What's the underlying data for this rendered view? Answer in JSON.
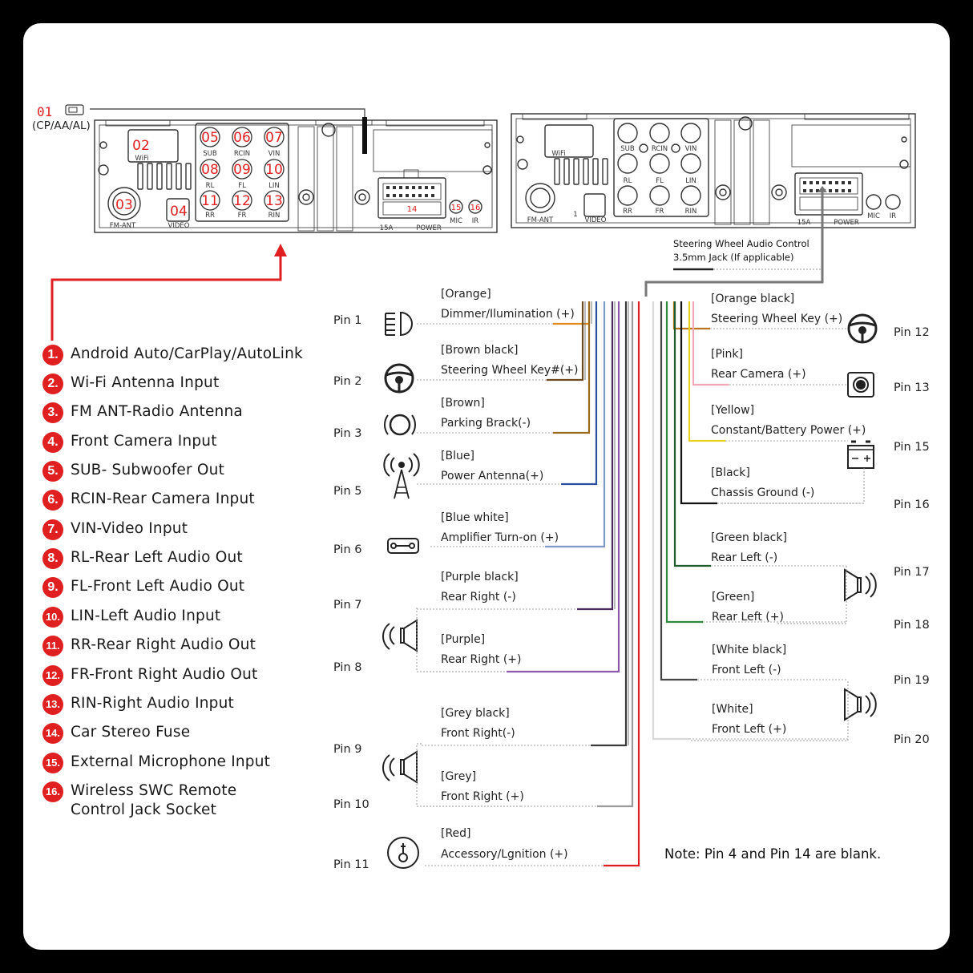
{
  "header_callout": {
    "number": "01",
    "subtitle": "(CP/AA/AL)"
  },
  "unit_left": {
    "ports": {
      "p02": "02",
      "p03": "03",
      "p04": "04",
      "p05": "05",
      "p06": "06",
      "p07": "07",
      "p08": "08",
      "p09": "09",
      "p10": "10",
      "p11": "11",
      "p12": "12",
      "p13": "13",
      "p14": "14",
      "p15": "15",
      "p16": "16"
    },
    "labels": {
      "wifi": "WiFi",
      "fm_ant": "FM-ANT",
      "video": "VIDEO",
      "sub": "SUB",
      "rcin": "RCIN",
      "vin": "VIN",
      "rl": "RL",
      "fl": "FL",
      "lin": "LIN",
      "rr": "RR",
      "fr": "FR",
      "rin": "RIN",
      "fuse": "15A",
      "power": "POWER",
      "mic": "MIC",
      "ir": "IR"
    }
  },
  "unit_right": {
    "labels": {
      "wifi": "WiFi",
      "fm_ant": "FM-ANT",
      "video": "VIDEO",
      "one": "1",
      "sub": "SUB",
      "rcin": "RCIN",
      "vin": "VIN",
      "rl": "RL",
      "fl": "FL",
      "lin": "LIN",
      "rr": "RR",
      "fr": "FR",
      "rin": "RIN",
      "fuse": "15A",
      "power": "POWER",
      "mic": "MIC",
      "ir": "IR"
    }
  },
  "swc_note": {
    "line1": "Steering Wheel Audio Control",
    "line2": "3.5mm Jack (If applicable)"
  },
  "legend": [
    {
      "num": "1.",
      "text": "Android Auto/CarPlay/AutoLink"
    },
    {
      "num": "2.",
      "text": "Wi-Fi Antenna Input"
    },
    {
      "num": "3.",
      "text": "FM ANT-Radio Antenna"
    },
    {
      "num": "4.",
      "text": "Front Camera Input"
    },
    {
      "num": "5.",
      "text": "SUB- Subwoofer Out"
    },
    {
      "num": "6.",
      "text": "RCIN-Rear Camera Input"
    },
    {
      "num": "7.",
      "text": "VIN-Video Input"
    },
    {
      "num": "8.",
      "text": "RL-Rear Left Audio Out"
    },
    {
      "num": "9.",
      "text": "FL-Front Left Audio Out"
    },
    {
      "num": "10.",
      "text": "LIN-Left Audio Input"
    },
    {
      "num": "11.",
      "text": "RR-Rear Right Audio Out"
    },
    {
      "num": "12.",
      "text": "FR-Front Right Audio Out"
    },
    {
      "num": "13.",
      "text": "RIN-Right Audio Input"
    },
    {
      "num": "14.",
      "text": "Car Stereo Fuse"
    },
    {
      "num": "15.",
      "text": "External Microphone Input"
    },
    {
      "num": "16.",
      "text": "Wireless SWC Remote Control Jack Socket"
    }
  ],
  "left_pins": [
    {
      "pin": "Pin 1",
      "color_name": "[Orange]",
      "function": "Dimmer/Ilumination (+)",
      "wire_color": "#e08a1a",
      "icon": "light-icon"
    },
    {
      "pin": "Pin 2",
      "color_name": "[Brown black]",
      "function": "Steering Wheel Key#(+)",
      "wire_color": "#6b4a1f",
      "icon": "steering-wheel-icon"
    },
    {
      "pin": "Pin 3",
      "color_name": "[Brown]",
      "function": "Parking Brack(-)",
      "wire_color": "#9a6a1c",
      "icon": "parking-brake-icon"
    },
    {
      "pin": "Pin 5",
      "color_name": "[Blue]",
      "function": "Power Antenna(+)",
      "wire_color": "#2a4fa0",
      "icon": "antenna-icon"
    },
    {
      "pin": "Pin 6",
      "color_name": "[Blue white]",
      "function": "Amplifier Turn-on (+)",
      "wire_color": "#7f9ac8",
      "icon": "amplifier-icon"
    },
    {
      "pin": "Pin 7",
      "color_name": "[Purple black]",
      "function": "Rear Right (-)",
      "wire_color": "#4b2a5e",
      "icon": "speaker-icon"
    },
    {
      "pin": "Pin 8",
      "color_name": "[Purple]",
      "function": "Rear Right (+)",
      "wire_color": "#8a5aa8",
      "icon": ""
    },
    {
      "pin": "Pin 9",
      "color_name": "[Grey black]",
      "function": "Front Right(-)",
      "wire_color": "#3a3a3a",
      "icon": "speaker-icon"
    },
    {
      "pin": "Pin 10",
      "color_name": "[Grey]",
      "function": "Front Right (+)",
      "wire_color": "#9a9a9a",
      "icon": ""
    },
    {
      "pin": "Pin 11",
      "color_name": "[Red]",
      "function": "Accessory/Lgnition (+)",
      "wire_color": "#e02020",
      "icon": "ignition-icon"
    }
  ],
  "right_pins": [
    {
      "pin": "Pin 12",
      "color_name": "[Orange black]",
      "function": "Steering Wheel Key (+)",
      "wire_color": "#b8741f",
      "icon": "steering-wheel-icon"
    },
    {
      "pin": "Pin 13",
      "color_name": "[Pink]",
      "function": "Rear Camera (+)",
      "wire_color": "#f0a8b8",
      "icon": "camera-icon"
    },
    {
      "pin": "Pin 15",
      "color_name": "[Yellow]",
      "function": "Constant/Battery Power (+)",
      "wire_color": "#e8d020",
      "icon": "battery-icon"
    },
    {
      "pin": "Pin 16",
      "color_name": "[Black]",
      "function": "Chassis Ground (-)",
      "wire_color": "#111111",
      "icon": ""
    },
    {
      "pin": "Pin 17",
      "color_name": "[Green black]",
      "function": "Rear Left (-)",
      "wire_color": "#1f5a2a",
      "icon": "speaker-icon"
    },
    {
      "pin": "Pin 18",
      "color_name": "[Green]",
      "function": "Rear Left (+)",
      "wire_color": "#2e8a3e",
      "icon": ""
    },
    {
      "pin": "Pin 19",
      "color_name": "[White black]",
      "function": "Front Left (-)",
      "wire_color": "#444444",
      "icon": "speaker-icon"
    },
    {
      "pin": "Pin 20",
      "color_name": "[White]",
      "function": "Front Left (+)",
      "wire_color": "#d8d8d8",
      "icon": ""
    }
  ],
  "note": "Note: Pin 4 and Pin 14 are blank.",
  "colors": {
    "accent_red": "#e02020",
    "line_dark": "#333333"
  }
}
